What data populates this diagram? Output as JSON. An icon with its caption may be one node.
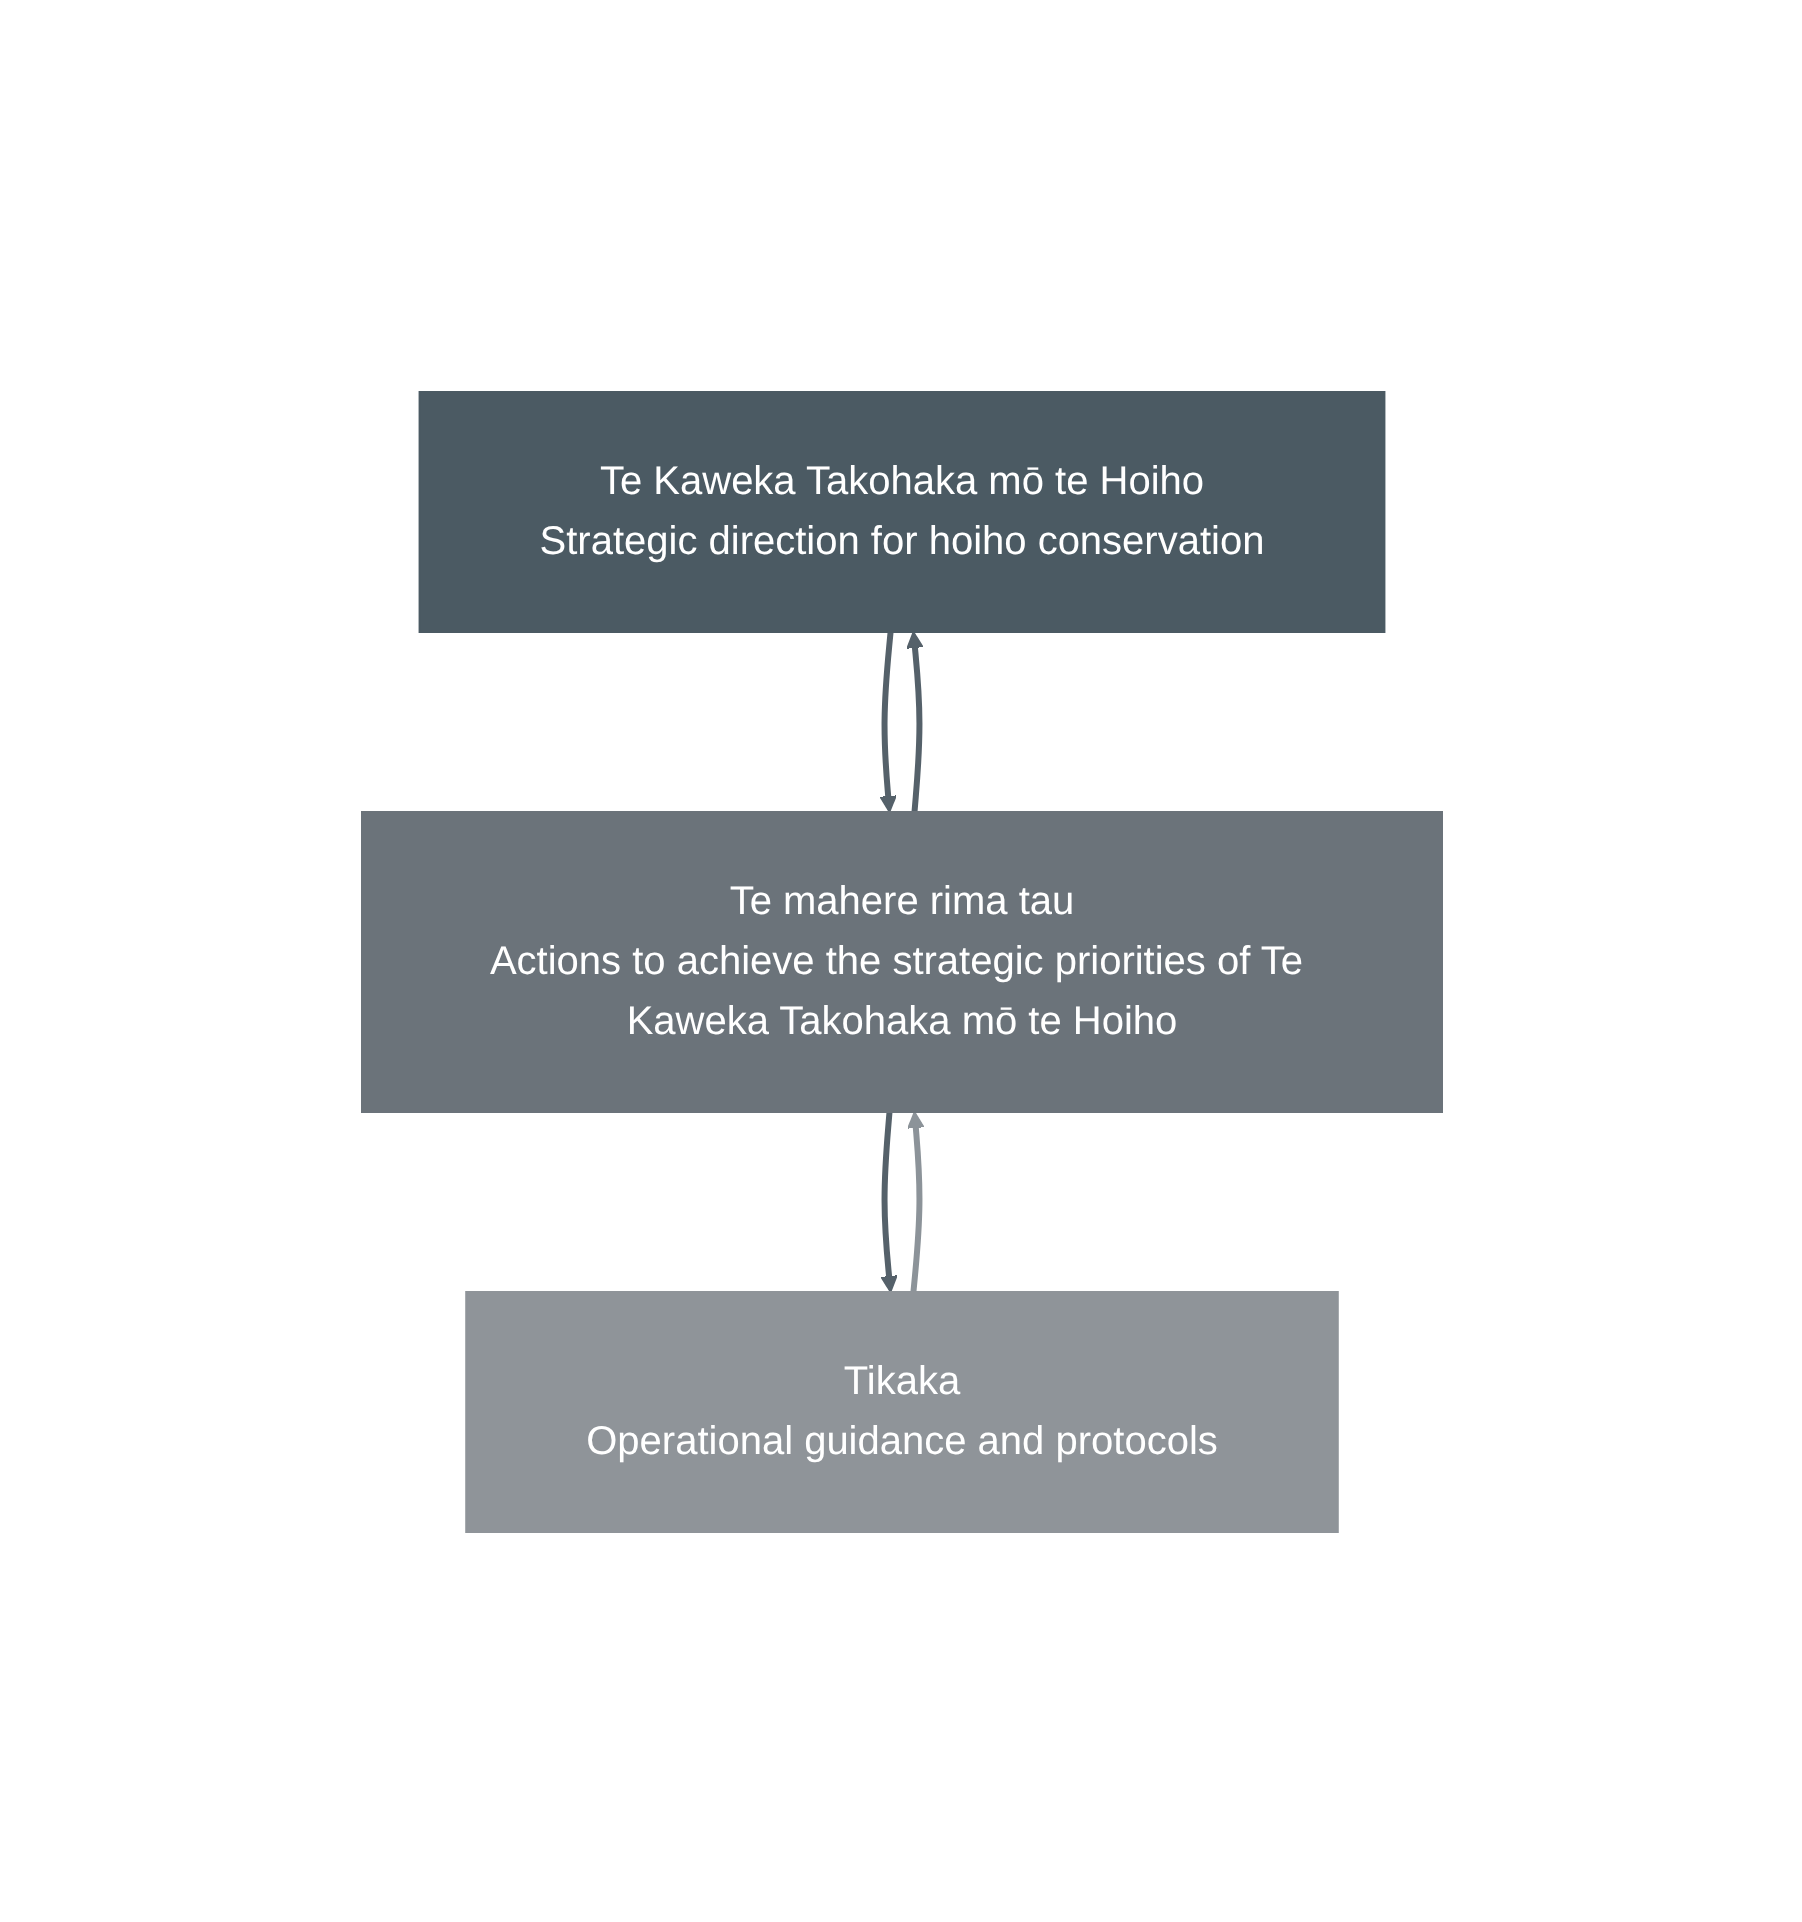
{
  "diagram": {
    "nodes": [
      {
        "text": [
          "Te Kaweka Takohaka mō te Hoiho",
          "Strategic direction for hoiho conservation"
        ]
      },
      {
        "text": [
          "Te mahere rima tau",
          "Actions to achieve the strategic priorities of Te Kaweka Takohaka mō te Hoiho"
        ]
      },
      {
        "text": [
          "Tikaka",
          "Operational guidance and protocols"
        ]
      }
    ],
    "edges": [
      {
        "from": 0,
        "to": 1,
        "arrow": "to"
      },
      {
        "from": 1,
        "to": 2,
        "arrow": "to"
      },
      {
        "from": 1,
        "to": 0,
        "arrow": "to"
      },
      {
        "from": 2,
        "to": 1,
        "arrow": "to",
        "color": "#8c9399"
      }
    ]
  }
}
